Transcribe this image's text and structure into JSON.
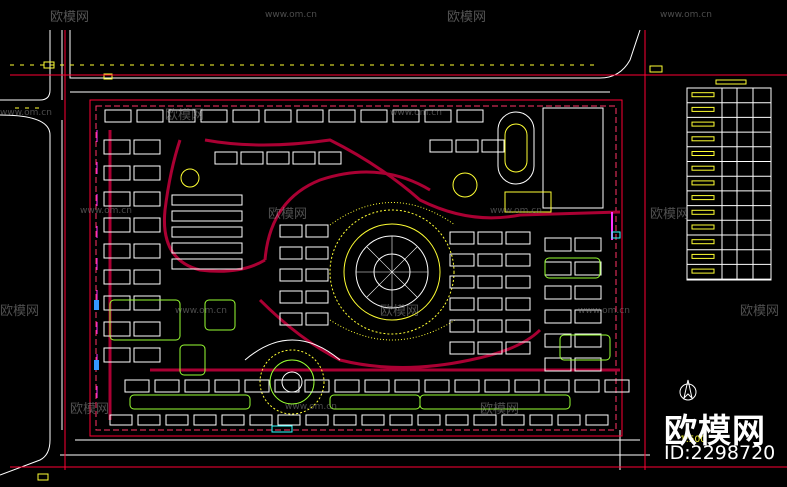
{
  "watermark": {
    "brand": "欧模网",
    "url": "www.om.cn",
    "brand_large": "欧模网",
    "asset_id": "ID:2298720"
  },
  "plan": {
    "scale_note": "1:500",
    "colors": {
      "background": "#000000",
      "road_line": "#ffffff",
      "boundary": "#ff0000",
      "building": "#ffffff",
      "landscape": "#ffff33",
      "greenery": "#99ff33",
      "path": "#cc0033",
      "water": "#3399ff",
      "magenta": "#ff33ff",
      "cyan": "#33ffff"
    }
  }
}
